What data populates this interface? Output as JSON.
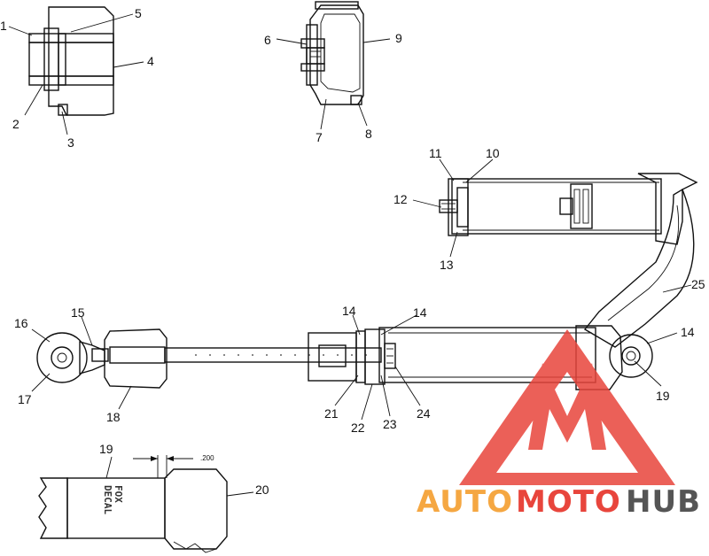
{
  "callouts": [
    {
      "id": "c1",
      "text": "1"
    },
    {
      "id": "c2",
      "text": "2"
    },
    {
      "id": "c3",
      "text": "3"
    },
    {
      "id": "c4",
      "text": "4"
    },
    {
      "id": "c5",
      "text": "5"
    },
    {
      "id": "c6",
      "text": "6"
    },
    {
      "id": "c7",
      "text": "7"
    },
    {
      "id": "c8",
      "text": "8"
    },
    {
      "id": "c9",
      "text": "9"
    },
    {
      "id": "c10",
      "text": "10"
    },
    {
      "id": "c11",
      "text": "11"
    },
    {
      "id": "c12",
      "text": "12"
    },
    {
      "id": "c13",
      "text": "13"
    },
    {
      "id": "c14a",
      "text": "14"
    },
    {
      "id": "c14b",
      "text": "14"
    },
    {
      "id": "c14c",
      "text": "14"
    },
    {
      "id": "c15",
      "text": "15"
    },
    {
      "id": "c16",
      "text": "16"
    },
    {
      "id": "c17",
      "text": "17"
    },
    {
      "id": "c18",
      "text": "18"
    },
    {
      "id": "c19a",
      "text": "19"
    },
    {
      "id": "c19b",
      "text": "19"
    },
    {
      "id": "c20",
      "text": "20"
    },
    {
      "id": "c21",
      "text": "21"
    },
    {
      "id": "c22",
      "text": "22"
    },
    {
      "id": "c23",
      "text": "23"
    },
    {
      "id": "c24",
      "text": "24"
    },
    {
      "id": "c25",
      "text": "25"
    }
  ],
  "dimension": {
    "value": ".200"
  },
  "decal": {
    "line1": "FOX",
    "line2": "DECAL"
  },
  "watermark": {
    "part1": "AUTO",
    "part2": "MOTO",
    "part3": "HUB",
    "color_orange": "#f5a742",
    "color_red": "#e8453c",
    "color_gray": "#555555"
  }
}
